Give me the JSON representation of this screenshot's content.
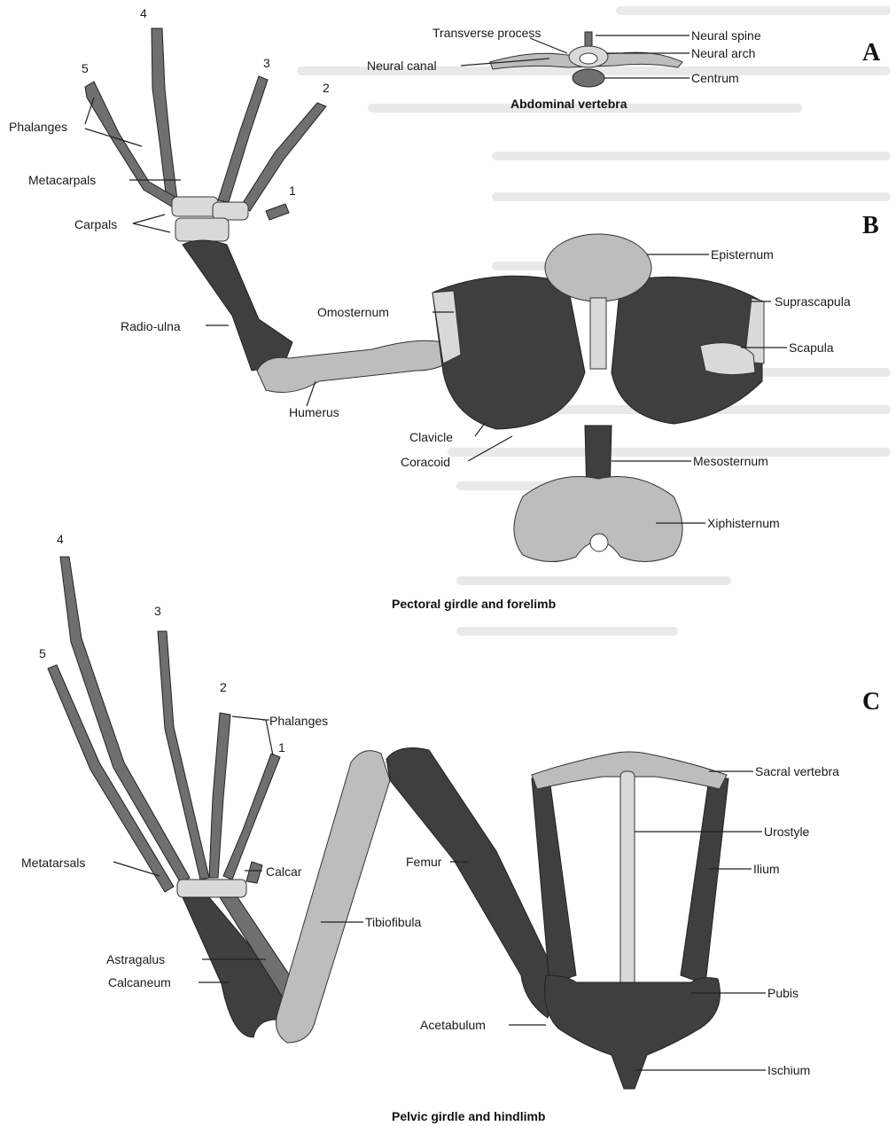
{
  "sections": {
    "a": "A",
    "b": "B",
    "c": "C"
  },
  "captions": {
    "vertebra": "Abdominal vertebra",
    "pectoral": "Pectoral girdle and forelimb",
    "pelvic": "Pelvic girdle and hindlimb"
  },
  "labels": {
    "transverse_process": "Transverse process",
    "neural_spine": "Neural spine",
    "neural_arch": "Neural arch",
    "neural_canal": "Neural canal",
    "centrum": "Centrum",
    "phalanges_fore": "Phalanges",
    "metacarpals": "Metacarpals",
    "carpals": "Carpals",
    "radio_ulna": "Radio-ulna",
    "humerus": "Humerus",
    "episternum": "Episternum",
    "omosternum": "Omosternum",
    "suprascapula": "Suprascapula",
    "scapula": "Scapula",
    "clavicle": "Clavicle",
    "coracoid": "Coracoid",
    "mesosternum": "Mesosternum",
    "xiphisternum": "Xiphisternum",
    "phalanges_hind": "Phalanges",
    "metatarsals": "Metatarsals",
    "calcar": "Calcar",
    "tibiofibula": "Tibiofibula",
    "astragalus": "Astragalus",
    "calcaneum": "Calcaneum",
    "femur": "Femur",
    "acetabulum": "Acetabulum",
    "sacral_vertebra": "Sacral vertebra",
    "urostyle": "Urostyle",
    "ilium": "Ilium",
    "pubis": "Pubis",
    "ischium": "Ischium"
  },
  "digits": {
    "fore": [
      "4",
      "5",
      "3",
      "2",
      "1"
    ],
    "hind": [
      "4",
      "3",
      "5",
      "2",
      "1"
    ]
  }
}
